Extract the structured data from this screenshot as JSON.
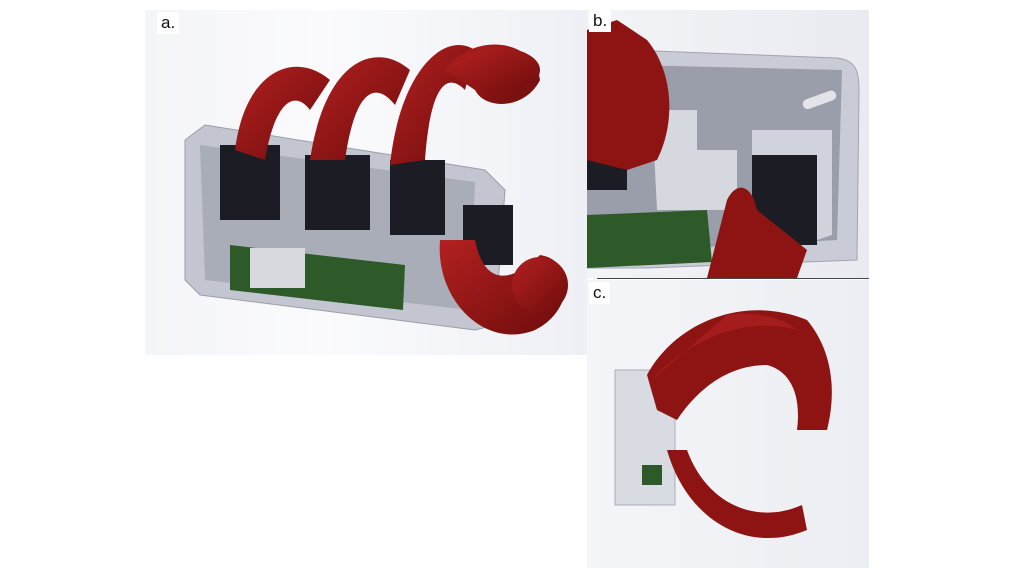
{
  "figure": {
    "panels": [
      {
        "label": "a."
      },
      {
        "label": "b."
      },
      {
        "label": "c."
      }
    ],
    "colors": {
      "finger_red": "#8e1414",
      "housing_gray": "#c9ccd6",
      "servo_black": "#1b1c24",
      "pcb_green": "#2e5a2a"
    }
  }
}
